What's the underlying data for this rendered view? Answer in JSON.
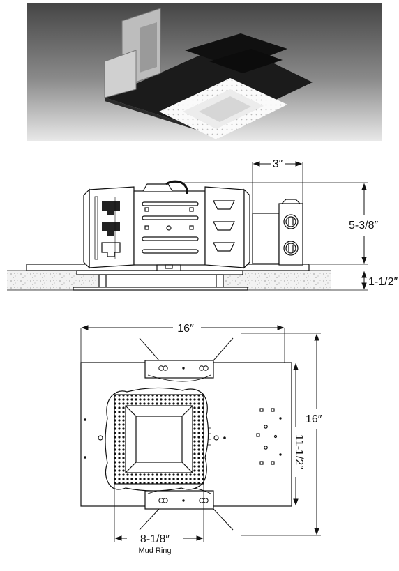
{
  "dimensions": {
    "top_width": "3″",
    "height": "5-3/8″",
    "ceiling_thickness": "1-1/2″",
    "plate_width": "16″",
    "plate_height": "16″",
    "inner_height": "11-1/2″",
    "mud_ring": "8-1/8″",
    "mud_ring_label": "Mud Ring"
  },
  "colors": {
    "ink": "#111111",
    "photo_top": "#4a4a4a",
    "photo_bottom": "#e6e6e6",
    "plaster": "#eeeeee"
  }
}
